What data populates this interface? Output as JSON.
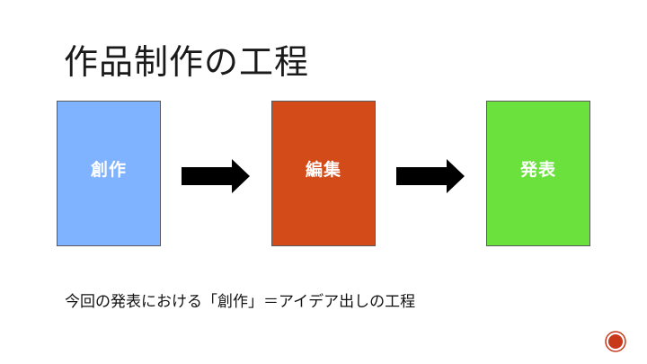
{
  "slide": {
    "title": "作品制作の工程",
    "steps": [
      {
        "label": "創作",
        "color": "#7fb2ff"
      },
      {
        "label": "編集",
        "color": "#d24b19"
      },
      {
        "label": "発表",
        "color": "#6ae13d"
      }
    ],
    "arrow_icon": "right-arrow-icon",
    "caption": "今回の発表における「創作」＝アイデア出しの工程",
    "badge_icon": "circle-badge-icon",
    "accent_color": "#c8381a"
  }
}
